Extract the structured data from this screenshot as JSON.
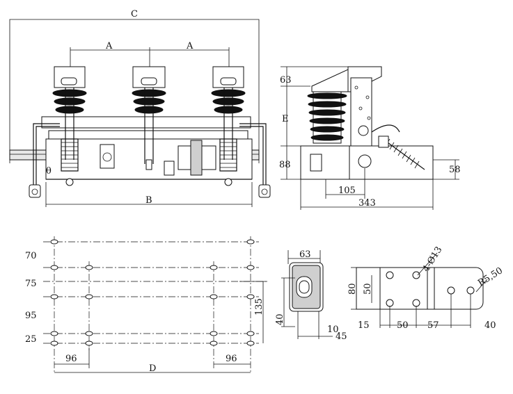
{
  "front_view": {
    "label_c": "C",
    "label_a_left": "A",
    "label_a_right": "A",
    "label_b": "B",
    "label_theta": "θ"
  },
  "side_view": {
    "dim_63": "63",
    "dim_e": "E",
    "dim_88": "88",
    "dim_58": "58",
    "dim_105": "105",
    "dim_343": "343"
  },
  "hole_plan": {
    "dim_70": "70",
    "dim_75": "75",
    "dim_95": "95",
    "dim_25": "25",
    "dim_135": "135",
    "dim_96_left": "96",
    "dim_96_right": "96",
    "dim_d": "D"
  },
  "handle_detail": {
    "dim_63": "63",
    "dim_40": "40",
    "dim_10": "10",
    "dim_45": "45"
  },
  "bracket_detail": {
    "dim_holes": "4-Ø13",
    "dim_r": "R5,50",
    "dim_80": "80",
    "dim_50_v": "50",
    "dim_15": "15",
    "dim_50_h": "50",
    "dim_57": "57",
    "dim_40": "40"
  }
}
